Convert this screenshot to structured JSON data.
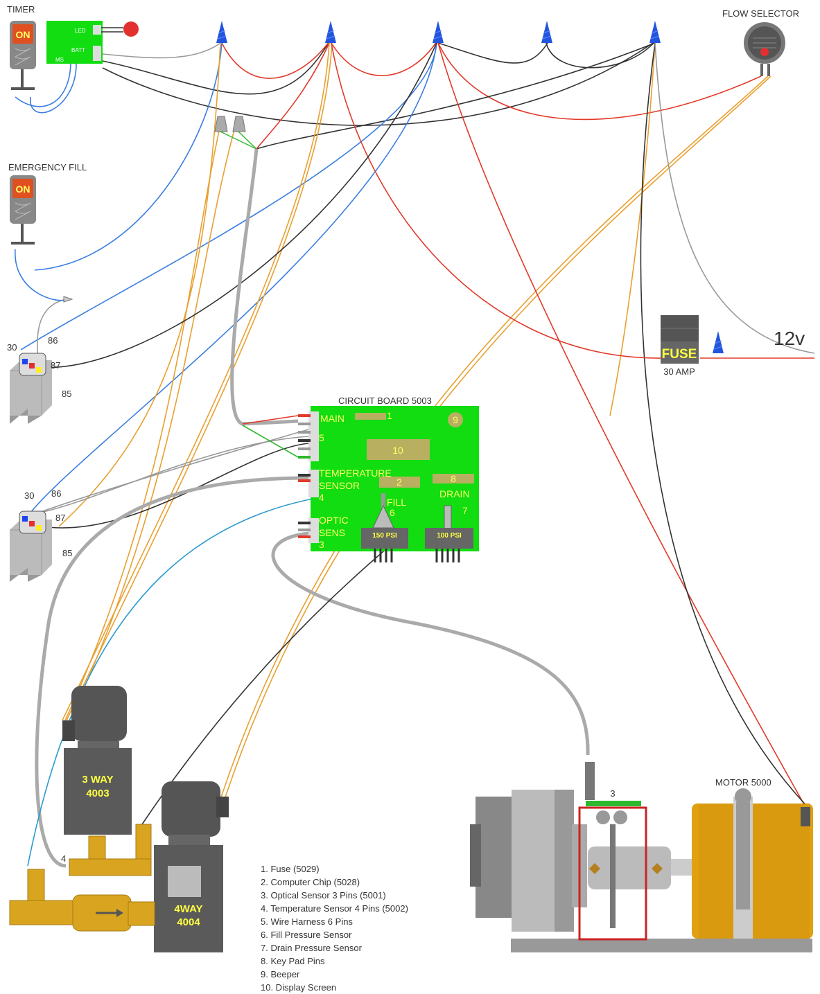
{
  "labels": {
    "timer": "TIMER",
    "emergency_fill": "EMERGENCY FILL",
    "flow_selector": "FLOW SELECTOR",
    "on": "ON",
    "led": "LED",
    "batt": "BATT",
    "ms": "MS",
    "circuit_board": "CIRCUIT BOARD 5003",
    "main": "MAIN",
    "temperature": "TEMPERATURE",
    "sensor": "SENSOR",
    "optic": "OPTIC",
    "sens": "SENS",
    "fill": "FILL",
    "drain": "DRAIN",
    "psi150": "150 PSI",
    "psi100": "100 PSI",
    "fuse": "FUSE",
    "fuse_amp": "30 AMP",
    "volt": "12v",
    "motor": "MOTOR 5000",
    "valve3_a": "3 WAY",
    "valve3_b": "4003",
    "valve4_a": "4WAY",
    "valve4_b": "4004",
    "sensor_pins": "3",
    "temp_pin": "4"
  },
  "relay_pins": {
    "p30": "30",
    "p86": "86",
    "p87": "87",
    "p85": "85"
  },
  "board_numbers": {
    "n1": "1",
    "n2": "2",
    "n3": "3",
    "n4": "4",
    "n5": "5",
    "n6": "6",
    "n7": "7",
    "n8": "8",
    "n9": "9",
    "n10": "10"
  },
  "legend": [
    "1. Fuse (5029)",
    "2. Computer Chip (5028)",
    "3. Optical Sensor 3 Pins (5001)",
    "4. Temperature Sensor 4 Pins (5002)",
    "5. Wire Harness 6 Pins",
    "6. Fill Pressure Sensor",
    "7. Drain Pressure Sensor",
    "8. Key Pad Pins",
    "9. Beeper",
    "10. Display Screen"
  ],
  "colors": {
    "board": "#11dd11",
    "chip": "#b8b060",
    "wire_red": "#e23a2a",
    "wire_blue": "#3a7ee0",
    "wire_orange": "#e8a030",
    "wire_black": "#333333",
    "wire_gray": "#999999",
    "brass": "#d9a520",
    "valve": "#5a5a5a"
  }
}
